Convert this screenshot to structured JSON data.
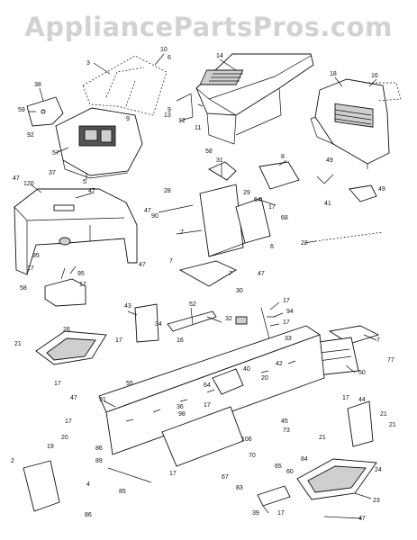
{
  "header": {
    "left_fragment": "",
    "right_fragment": ""
  },
  "watermark": "AppliancePartsPros.com",
  "callouts": {
    "c3": "3",
    "c10": "10",
    "c6a": "6",
    "c9a": "9",
    "c9b": "9",
    "c14": "14",
    "c18": "18",
    "c16": "16",
    "c38": "38",
    "c59": "59",
    "c92": "92",
    "c57": "57",
    "c5": "5",
    "c13": "13",
    "c12": "12",
    "c11": "11",
    "c37": "37",
    "c47a": "47",
    "c120": "120",
    "c47b": "47",
    "c58a": "58",
    "c31": "31",
    "c8": "8",
    "c49a": "49",
    "c49b": "49",
    "c41": "41",
    "c28": "28",
    "c47c": "47",
    "c90": "90",
    "c29": "29",
    "c64a": "64",
    "c17a": "17",
    "c68": "68",
    "c7a": "7",
    "c6b": "6",
    "c22": "22",
    "c95a": "95",
    "c17b": "17",
    "c95b": "95",
    "c47d": "47",
    "c17c": "17",
    "c7b": "7",
    "c7c": "7",
    "c47e": "47",
    "c58b": "58",
    "c30": "30",
    "c17d": "17",
    "c94": "94",
    "c17e": "17",
    "c43": "43",
    "c52": "52",
    "c34": "34",
    "c32": "32",
    "c33": "33",
    "c7d": "7",
    "c77": "77",
    "c21a": "21",
    "c26": "26",
    "c17f": "17",
    "c16b": "16",
    "c55": "55",
    "c47f": "47",
    "c42": "42",
    "c50": "50",
    "c91": "91",
    "c17g": "17",
    "c40": "40",
    "c20a": "20",
    "c64b": "64",
    "c17h": "17",
    "c17i": "17",
    "c44": "44",
    "c21b": "21",
    "c17j": "17",
    "c98": "98",
    "c45": "45",
    "c73": "73",
    "c21c": "21",
    "c20b": "20",
    "c19": "19",
    "c106": "106",
    "c70": "70",
    "c65": "65",
    "c60": "60",
    "c21d": "21",
    "c84": "84",
    "c24": "24",
    "c86a": "86",
    "c89": "89",
    "c2": "2",
    "c4": "4",
    "c17k": "17",
    "c67": "67",
    "c83": "83",
    "c36": "36",
    "c23": "23",
    "c85": "85",
    "c86b": "86",
    "c39": "39",
    "c17l": "17",
    "c47g": "47"
  }
}
